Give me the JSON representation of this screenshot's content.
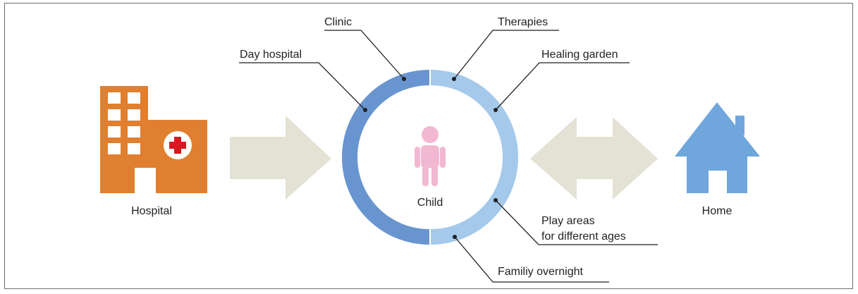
{
  "nodes": {
    "hospital": "Hospital",
    "child": "Child",
    "home": "Home"
  },
  "ring_labels": {
    "clinic": "Clinic",
    "day_hospital": "Day hospital",
    "therapies": "Therapies",
    "healing_garden": "Healing garden",
    "play_areas_line1": "Play areas",
    "play_areas_line2": "for different ages",
    "family_overnight": "Familiy overnight"
  },
  "colors": {
    "hospital": "#e07f2f",
    "hospital_window": "#ffffff",
    "cross": "#d71920",
    "arrow": "#e4e2d4",
    "ring_dark": "#6895cf",
    "ring_light": "#a4c9ea",
    "child": "#f2b8d2",
    "home": "#6fa6dc",
    "leader": "#231f20"
  },
  "icons": {
    "hospital": "hospital-building-icon",
    "child": "child-figure-icon",
    "home": "house-icon",
    "arrow_right": "arrow-right-icon",
    "arrow_both": "double-arrow-icon"
  }
}
